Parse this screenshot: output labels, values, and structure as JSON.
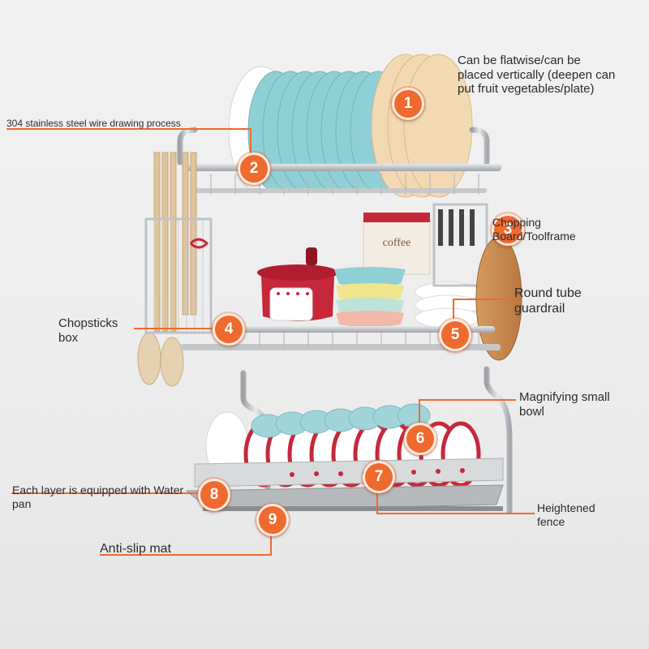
{
  "colors": {
    "accent": "#ef6a2e",
    "steel": "#b9bcc0",
    "plate_blue": "#8fd0d6",
    "plate_cream": "#f2d9b2",
    "bowl_red": "#c6283a",
    "background": "#efefef"
  },
  "callouts": [
    {
      "number": "1",
      "text": "Can be flatwise/can be\nplaced vertically (deepen can\nput fruit vegetables/plate)"
    },
    {
      "number": "2",
      "text": "304 stainless steel wire drawing process"
    },
    {
      "number": "3",
      "text": "Chopping\nBoard/Toolframe"
    },
    {
      "number": "4",
      "text": "Chopsticks\nbox"
    },
    {
      "number": "5",
      "text": "Round tube\nguardrail"
    },
    {
      "number": "6",
      "text": "Magnifying small\nbowl"
    },
    {
      "number": "7",
      "text": "Heightened\nfence"
    },
    {
      "number": "8",
      "text": "Each layer is equipped with Water\npan"
    },
    {
      "number": "9",
      "text": "Anti-slip mat"
    }
  ],
  "product": {
    "canister_text": "coffee",
    "image_description_icon": "dish-rack-photo"
  }
}
